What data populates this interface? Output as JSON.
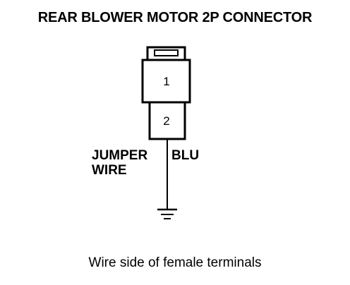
{
  "title": "REAR BLOWER MOTOR 2P CONNECTOR",
  "connector": {
    "terminals": [
      "1",
      "2"
    ]
  },
  "wire": {
    "jumper_line1": "JUMPER",
    "jumper_line2": "WIRE",
    "color": "BLU"
  },
  "caption": "Wire side of female terminals"
}
